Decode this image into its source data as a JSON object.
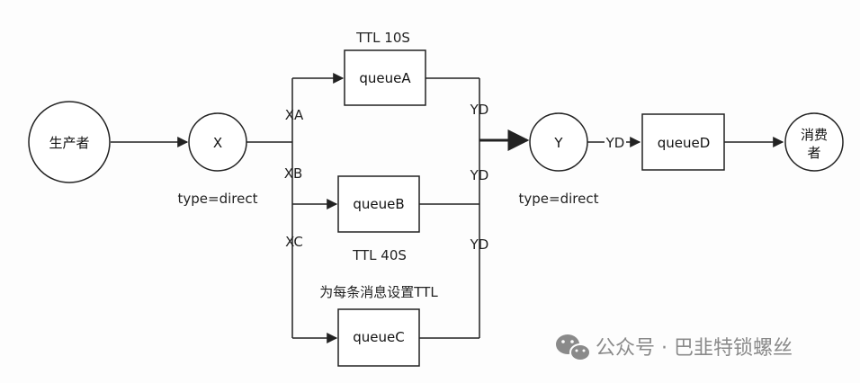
{
  "nodes": {
    "producer": "生产者",
    "exchange_x": "X",
    "exchange_y": "Y",
    "queue_a": "queueA",
    "queue_b": "queueB",
    "queue_c": "queueC",
    "queue_d": "queueD",
    "consumer_line1": "消费",
    "consumer_line2": "者"
  },
  "labels": {
    "x_type": "type=direct",
    "y_type": "type=direct",
    "ttl_a": "TTL 10S",
    "ttl_b": "TTL 40S",
    "ttl_c_note": "为每条消息设置TTL",
    "route_xa": "XA",
    "route_xb": "XB",
    "route_xc": "XC",
    "route_yd_a": "YD",
    "route_yd_b": "YD",
    "route_yd_c": "YD",
    "route_yd_y": "YD"
  },
  "watermark": {
    "icon": "wechat-icon",
    "text": "公众号 · 巴韭特锁螺丝"
  },
  "colors": {
    "stroke": "#222222",
    "watermark": "#8a8a8a"
  }
}
